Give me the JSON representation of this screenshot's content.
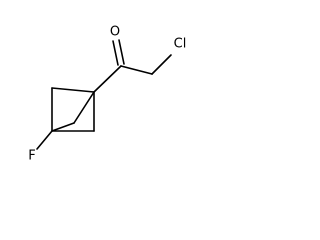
{
  "molecule": {
    "atoms": {
      "oxygen": "O",
      "chlorine": "Cl",
      "fluorine": "F"
    }
  },
  "colors": {
    "bond": "#000000",
    "background": "#ffffff"
  }
}
